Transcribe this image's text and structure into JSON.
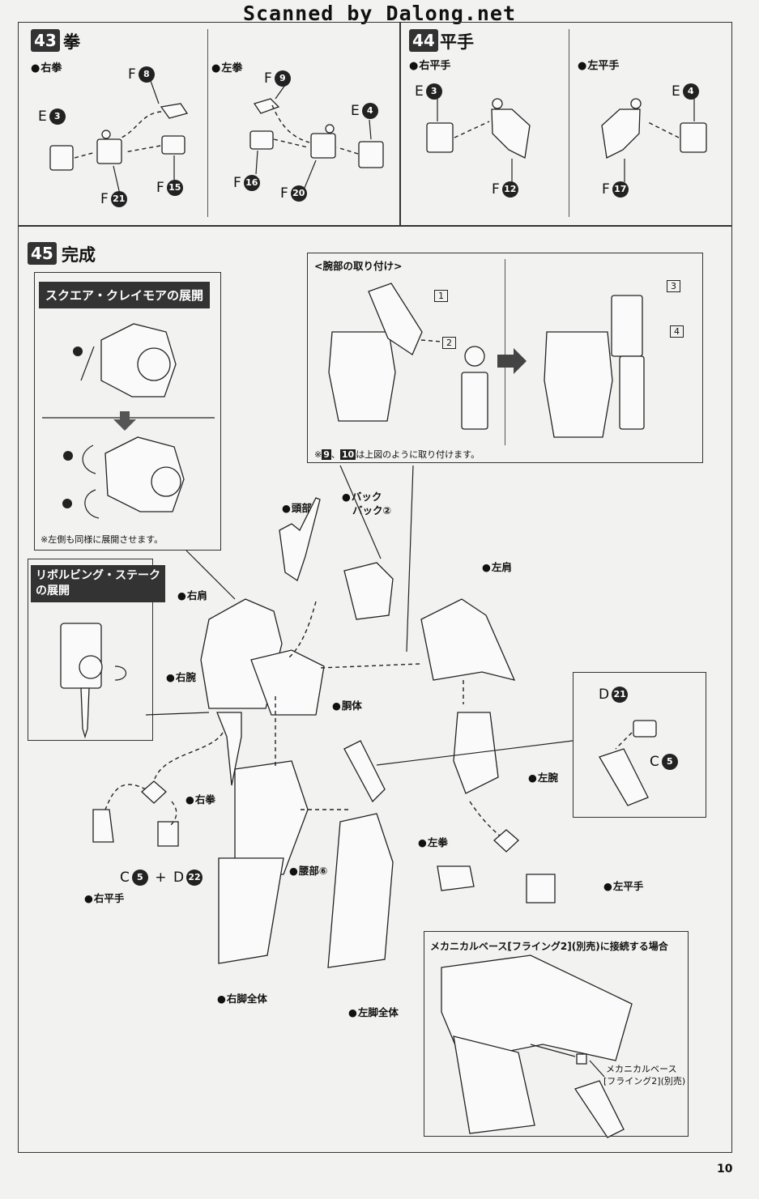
{
  "watermark": "Scanned by Dalong.net",
  "step43": {
    "num": "43",
    "title": "拳",
    "right_sub": "右拳",
    "left_sub": "左拳",
    "right_parts": {
      "f8": "8",
      "e3": "3",
      "f15": "15",
      "f21": "21"
    },
    "left_parts": {
      "f9": "9",
      "e4": "4",
      "f16": "16",
      "f20": "20"
    }
  },
  "step44": {
    "num": "44",
    "title": "平手",
    "right_sub": "右平手",
    "left_sub": "左平手",
    "right_parts": {
      "e3": "3",
      "f12": "12"
    },
    "left_parts": {
      "e4": "4",
      "f17": "17"
    }
  },
  "step45": {
    "num": "45",
    "title": "完成"
  },
  "claymore_box": {
    "heading": "スクエア・クレイモアの展開",
    "note": "※左側も同様に展開させます。"
  },
  "stake_box": {
    "heading_line1": "リボルビング・ステーク",
    "heading_line2": "の展開"
  },
  "arm_box": {
    "heading": "<腕部の取り付け>",
    "step1": "1",
    "step2": "2",
    "step3": "3",
    "step4": "4",
    "note_prefix": "※",
    "note_p1": "9",
    "note_sep": "、",
    "note_p2": "10",
    "note_suffix": "は上図のように取り付けます。"
  },
  "labels": {
    "head": "頭部",
    "back1": "バック",
    "back2": "バック②",
    "right_shoulder": "右肩",
    "left_shoulder": "左肩",
    "right_arm": "右腕",
    "torso": "胴体",
    "left_arm": "左腕",
    "right_fist": "右拳",
    "left_fist": "左拳",
    "waist": "腰部⑥",
    "right_palm": "右平手",
    "left_palm": "左平手",
    "right_leg": "右脚全体",
    "left_leg": "左脚全体"
  },
  "combo": {
    "c": "C",
    "c_num": "5",
    "plus": "+",
    "d": "D",
    "d_num": "22"
  },
  "dc_box": {
    "d_num": "21",
    "c_num": "5"
  },
  "mech_box": {
    "heading": "メカニカルベース[フライング2](別売)に接続する場合",
    "callout1": "メカニカルベース",
    "callout2": "[フライング2](別売)"
  },
  "page_number": "10"
}
